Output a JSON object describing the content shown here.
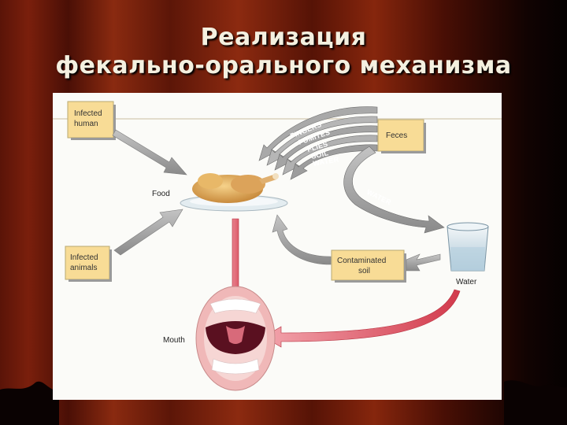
{
  "slide": {
    "title_line1": "Реализация",
    "title_line2": "фекально-орального механизма"
  },
  "diagram": {
    "sources": {
      "infected_human": [
        "Infected",
        "human"
      ],
      "infected_animals": [
        "Infected",
        "animals"
      ],
      "feces": "Feces",
      "contaminated_soil": [
        "Contaminated",
        "soil"
      ]
    },
    "routes": [
      "FINGERS",
      "FOMITES",
      "FLIES",
      "SOIL",
      "WATER"
    ],
    "water_arrow_label": "WATER",
    "nodes": {
      "food": "Food",
      "water": "Water",
      "mouth": "Mouth"
    },
    "colors": {
      "box_fill": "#f8dc96",
      "arrow_gray": "#9a9a9a",
      "arrow_red": "#d8505e"
    }
  }
}
